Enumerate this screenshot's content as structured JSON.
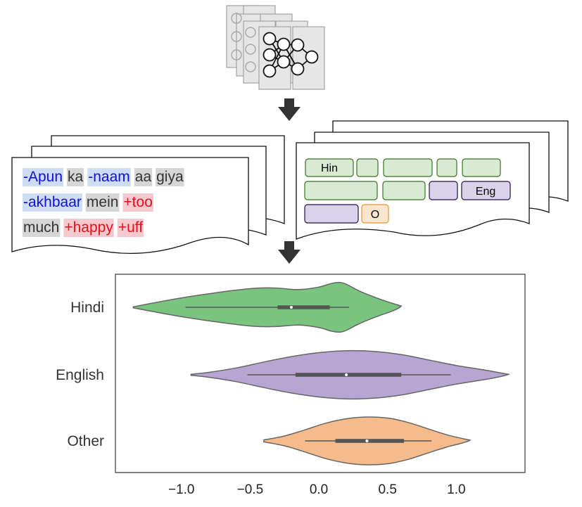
{
  "sentence": {
    "lines": [
      [
        {
          "text": "-Apun",
          "lang": "hin"
        },
        {
          "text": "ka",
          "lang": "other"
        },
        {
          "text": "-naam",
          "lang": "hin"
        },
        {
          "text": "aa",
          "lang": "other"
        },
        {
          "text": "giya",
          "lang": "other"
        }
      ],
      [
        {
          "text": "-akhbaar",
          "lang": "hin"
        },
        {
          "text": "mein",
          "lang": "other"
        },
        {
          "text": "+too",
          "lang": "pos"
        }
      ],
      [
        {
          "text": "much",
          "lang": "other"
        },
        {
          "text": "+happy",
          "lang": "pos"
        },
        {
          "text": "+uff",
          "lang": "pos"
        }
      ]
    ]
  },
  "tags": {
    "hin": "Hin",
    "eng": "Eng",
    "other": "O"
  },
  "colors": {
    "hindi": "#79c47f",
    "english": "#b7a6d4",
    "other": "#f6bb8a",
    "hin_text": "#1010e0",
    "pos_text": "#e8101a",
    "hin_bg": "#cfdcf6",
    "other_bg": "#d6d6d6",
    "pos_bg": "#f5c9ce",
    "box_hin": "#d9ead3",
    "box_eng": "#d9d2e9",
    "box_other": "#fce5cd"
  },
  "chart_data": {
    "type": "violin",
    "orientation": "horizontal",
    "categories": [
      "Hindi",
      "English",
      "Other"
    ],
    "xticks": [
      "−1.0",
      "−0.5",
      "0.0",
      "0.5",
      "1.0"
    ],
    "xtick_values": [
      -1.0,
      -0.5,
      0.0,
      0.5,
      1.0
    ],
    "xlim": [
      -1.48,
      1.5
    ],
    "series": [
      {
        "category": "Hindi",
        "range": [
          -1.35,
          0.6
        ],
        "whisker": [
          -0.97,
          0.22
        ],
        "q1": -0.3,
        "median": -0.2,
        "q3": 0.08,
        "density": [
          [
            -1.35,
            0.02
          ],
          [
            -1.2,
            0.18
          ],
          [
            -1.0,
            0.38
          ],
          [
            -0.8,
            0.55
          ],
          [
            -0.6,
            0.7
          ],
          [
            -0.45,
            0.78
          ],
          [
            -0.3,
            0.78
          ],
          [
            -0.15,
            0.72
          ],
          [
            0.0,
            0.82
          ],
          [
            0.1,
            0.98
          ],
          [
            0.18,
            0.98
          ],
          [
            0.3,
            0.65
          ],
          [
            0.45,
            0.32
          ],
          [
            0.6,
            0.05
          ]
        ]
      },
      {
        "category": "English",
        "range": [
          -0.93,
          1.38
        ],
        "whisker": [
          -0.52,
          0.96
        ],
        "q1": -0.17,
        "median": 0.2,
        "q3": 0.6,
        "density": [
          [
            -0.93,
            0.02
          ],
          [
            -0.8,
            0.1
          ],
          [
            -0.6,
            0.28
          ],
          [
            -0.4,
            0.52
          ],
          [
            -0.2,
            0.74
          ],
          [
            0.0,
            0.9
          ],
          [
            0.2,
            0.98
          ],
          [
            0.4,
            0.95
          ],
          [
            0.6,
            0.82
          ],
          [
            0.8,
            0.6
          ],
          [
            1.0,
            0.38
          ],
          [
            1.2,
            0.2
          ],
          [
            1.38,
            0.02
          ]
        ]
      },
      {
        "category": "Other",
        "range": [
          -0.4,
          1.1
        ],
        "whisker": [
          -0.1,
          0.82
        ],
        "q1": 0.12,
        "median": 0.35,
        "q3": 0.62,
        "density": [
          [
            -0.4,
            0.04
          ],
          [
            -0.25,
            0.2
          ],
          [
            -0.1,
            0.45
          ],
          [
            0.05,
            0.72
          ],
          [
            0.2,
            0.9
          ],
          [
            0.35,
            0.97
          ],
          [
            0.5,
            0.93
          ],
          [
            0.65,
            0.75
          ],
          [
            0.8,
            0.48
          ],
          [
            0.95,
            0.22
          ],
          [
            1.1,
            0.03
          ]
        ]
      }
    ]
  }
}
